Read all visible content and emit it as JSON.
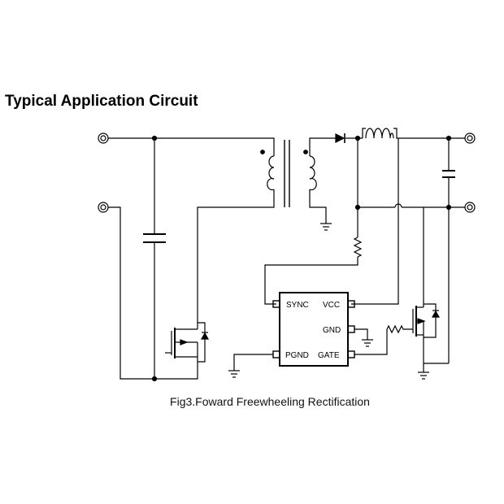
{
  "heading": "Typical Application Circuit",
  "caption": "Fig3.Foward Freewheeling Rectification",
  "ic": {
    "pins_left": [
      "SYNC",
      "PGND"
    ],
    "pins_right": [
      "VCC",
      "GND",
      "GATE"
    ]
  },
  "colors": {
    "line": "#000000",
    "background": "#ffffff"
  }
}
